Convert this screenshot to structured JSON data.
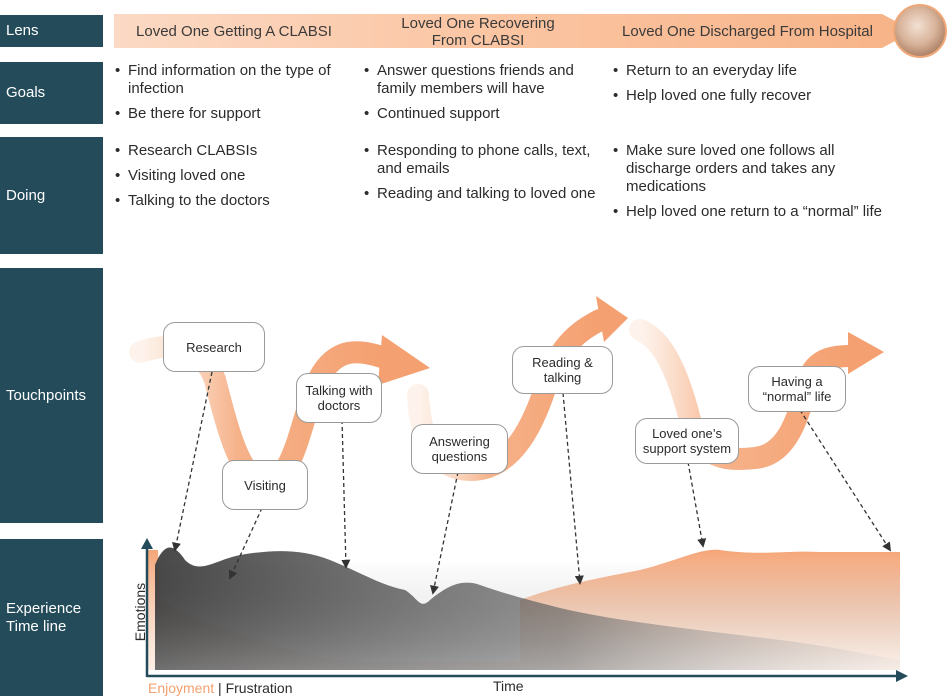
{
  "rows": {
    "lens": "Lens",
    "goals": "Goals",
    "doing": "Doing",
    "touchpoints": "Touchpoints",
    "experience": "Experience\nTime line"
  },
  "lens": {
    "stages": [
      "Loved One Getting A CLABSI",
      "Loved One Recovering\nFrom CLABSI",
      "Loved One Discharged From Hospital"
    ]
  },
  "goals": {
    "col1": [
      "Find information on the type of infection",
      "Be there for support"
    ],
    "col2": [
      "Answer questions friends and family members will have",
      "Continued support"
    ],
    "col3": [
      "Return to an everyday life",
      "Help loved one fully recover"
    ]
  },
  "doing": {
    "col1": [
      "Research CLABSIs",
      "Visiting loved one",
      "Talking to the doctors"
    ],
    "col2": [
      "Responding to phone calls, text, and emails",
      "Reading and talking to loved one"
    ],
    "col3": [
      "Make sure loved one follows all discharge orders and takes any medications",
      "Help loved one return to a “normal” life"
    ]
  },
  "touchpoints": [
    "Research",
    "Visiting",
    "Talking with\ndoctors",
    "Answering\nquestions",
    "Reading &\ntalking",
    "Loved one’s\nsupport system",
    "Having a\n“normal” life"
  ],
  "timeline": {
    "y_axis_label": "Emotions",
    "x_axis_label": "Time",
    "legend_enjoyment": "Enjoyment",
    "legend_separator": " | ",
    "legend_frustration": "Frustration"
  },
  "colors": {
    "row_label_bg": "#234b5a",
    "enjoyment": "#f4a070",
    "frustration": "#4d4d4d",
    "axis": "#234b5a"
  }
}
